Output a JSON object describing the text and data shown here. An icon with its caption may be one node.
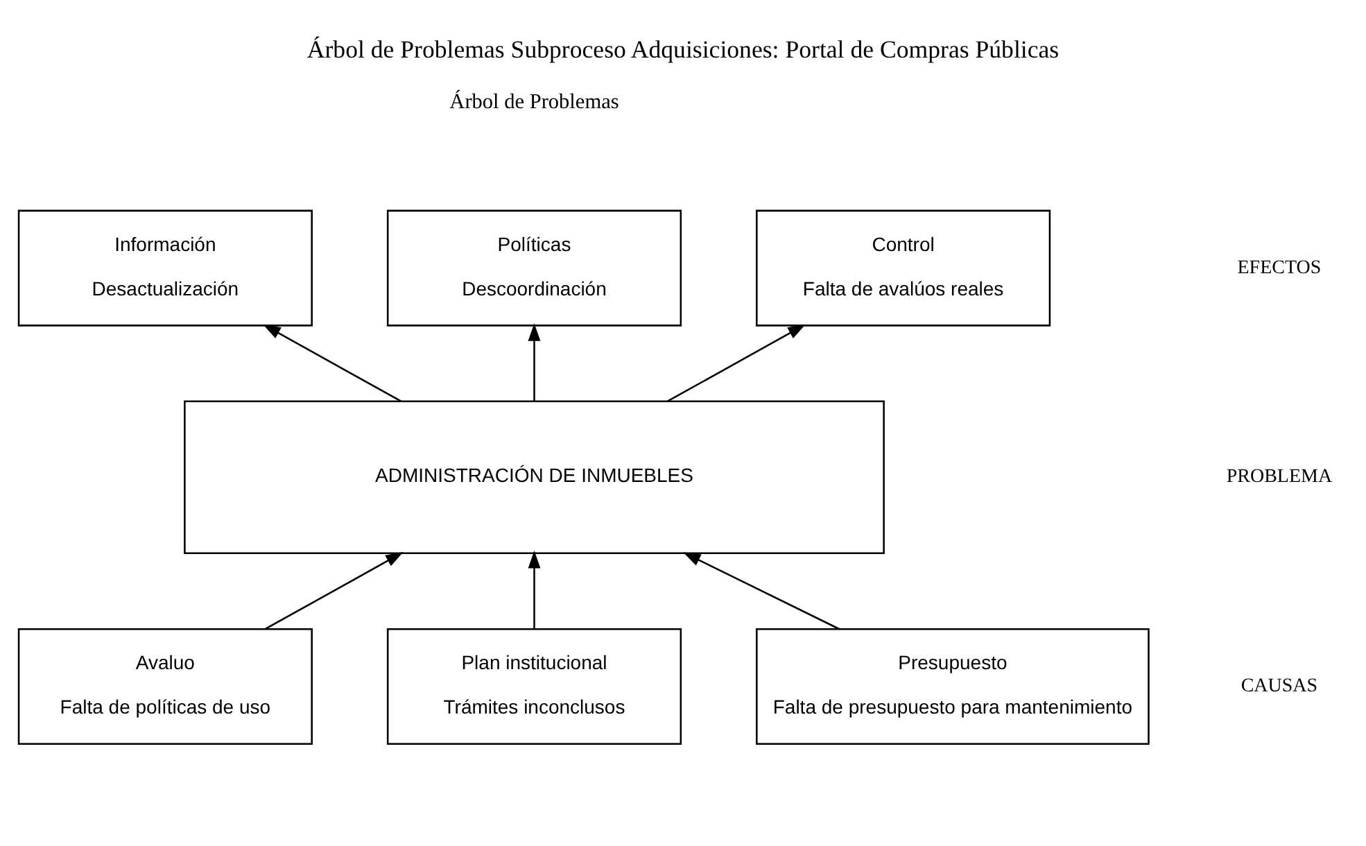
{
  "diagram": {
    "title": "Árbol de Problemas Subproceso Adquisiciones: Portal de Compras Públicas",
    "nodes": [
      {
        "text": [
          "Información",
          "Desactualización"
        ]
      },
      {
        "text": [
          "Políticas",
          "Descoordinación"
        ]
      },
      {
        "text": [
          "Control",
          "Falta de avalúos reales"
        ]
      },
      {
        "text": [
          "ADMINISTRACIÓN DE INMUEBLES"
        ]
      },
      {
        "text": [
          "Avaluo",
          "Falta de políticas de uso"
        ]
      },
      {
        "text": [
          "Plan institucional",
          "Trámites inconclusos"
        ]
      },
      {
        "text": [
          "Presupuesto",
          "Falta de presupuesto para mantenimiento"
        ]
      }
    ],
    "edges": [
      {
        "from": 3,
        "to": 0,
        "arrow": "to"
      },
      {
        "from": 3,
        "to": 1,
        "arrow": "to"
      },
      {
        "from": 3,
        "to": 2,
        "arrow": "to"
      },
      {
        "from": 4,
        "to": 3,
        "arrow": "to"
      },
      {
        "from": 5,
        "to": 3,
        "arrow": "to"
      },
      {
        "from": 6,
        "to": 3,
        "arrow": "to"
      }
    ],
    "labels": [
      "Árbol de Problemas",
      "EFECTOS",
      "PROBLEMA",
      "CAUSAS"
    ]
  }
}
